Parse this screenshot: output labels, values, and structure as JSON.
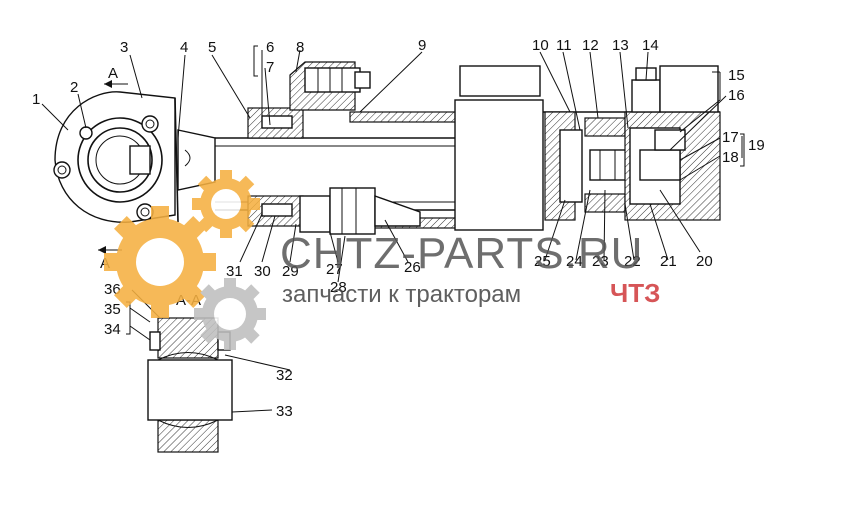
{
  "section_label": "А",
  "section_title": "А-А",
  "callouts": [
    "1",
    "2",
    "3",
    "4",
    "5",
    "6",
    "7",
    "8",
    "9",
    "10",
    "11",
    "12",
    "13",
    "14",
    "15",
    "16",
    "17",
    "18",
    "19",
    "20",
    "21",
    "22",
    "23",
    "24",
    "25",
    "26",
    "27",
    "28",
    "29",
    "30",
    "31",
    "32",
    "33",
    "34",
    "35",
    "36"
  ],
  "watermark": {
    "brand": "CHTZ-PARTS.RU",
    "tagline": "запчасти к тракторам",
    "tagline_brand": "ЧТЗ"
  },
  "colors": {
    "gear_orange": "#f5b041",
    "gear_gray": "#bfbfbf",
    "line": "#111111",
    "brand_red": "#d0383a"
  }
}
